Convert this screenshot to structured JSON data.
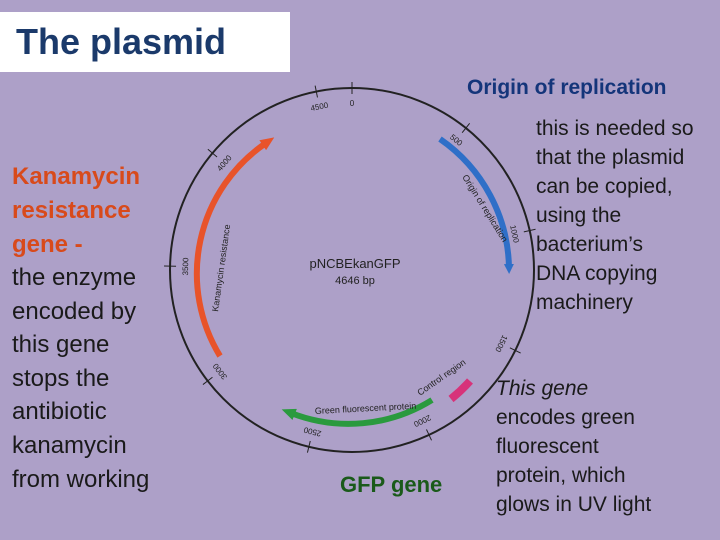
{
  "title": "The plasmid",
  "plasmid": {
    "name": "pNCBEkanGFP",
    "size": "4646 bp",
    "tick_labels": [
      "0",
      "500",
      "1000",
      "1500",
      "2000",
      "2500",
      "3000",
      "3500",
      "4000",
      "4500"
    ],
    "feature_labels": {
      "ori": "Origin of replication",
      "gfp": "Green fluorescent protein",
      "control": "Control region",
      "kan": "Kanamycin resistance"
    },
    "colors": {
      "ring": "#222222",
      "ori": "#2f6fc8",
      "gfp": "#2a9a3e",
      "control": "#d7337a",
      "kan": "#e8532a"
    }
  },
  "kanamycin": {
    "heading_lines": [
      "Kanamycin",
      "resistance",
      "gene -"
    ],
    "body_lines": [
      "the enzyme",
      "encoded by",
      "this gene",
      "stops the",
      "antibiotic",
      "kanamycin",
      "from working"
    ]
  },
  "origin": {
    "title": "Origin of replication",
    "body_lines": [
      "this is needed so",
      "that the plasmid",
      "can be copied,",
      "using the",
      "bacterium’s",
      "DNA copying",
      "machinery"
    ]
  },
  "gfp": {
    "label": "GFP gene",
    "desc_first": "This gene",
    "desc_lines": [
      "encodes green",
      "fluorescent",
      "protein, which",
      "glows in UV light"
    ]
  }
}
